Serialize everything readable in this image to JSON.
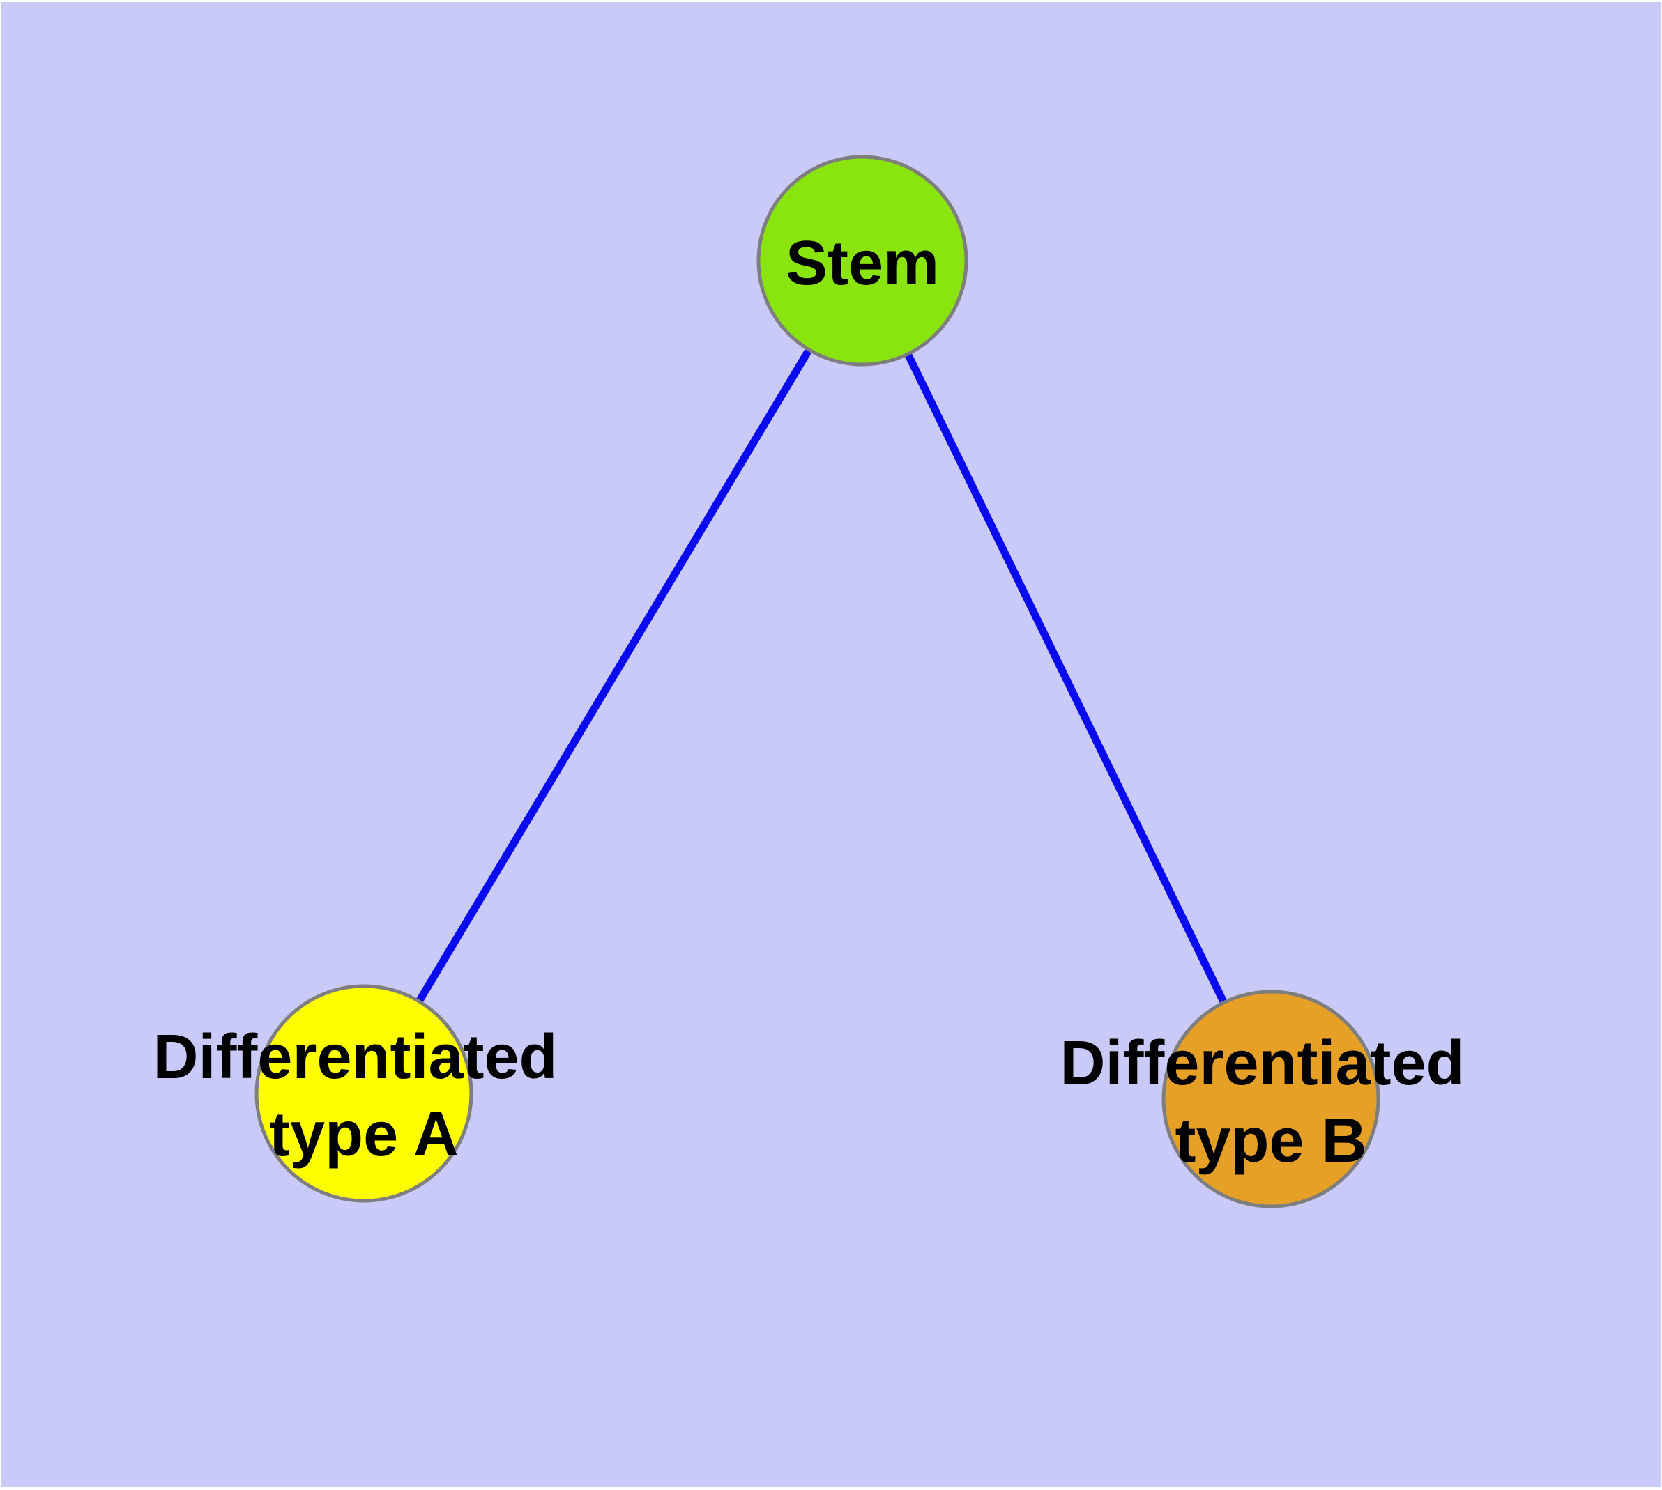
{
  "figure": {
    "background_color": "#cacaf8",
    "margin_color": "#ffffff",
    "edge_color": "#0a0aee",
    "node_border_color": "#7e7e7e",
    "label_color": "#000000"
  },
  "graph": {
    "nodes": [
      {
        "id": "stem",
        "label_lines": [
          "Stem"
        ],
        "fill": "#8ae50f"
      },
      {
        "id": "diff-a",
        "label_lines": [
          "Differentiated",
          "type A"
        ],
        "fill": "#ffff00"
      },
      {
        "id": "diff-b",
        "label_lines": [
          "Differentiated",
          "type B"
        ],
        "fill": "#e6a025"
      }
    ],
    "edges": [
      {
        "from": "stem",
        "to": "diff-a"
      },
      {
        "from": "stem",
        "to": "diff-b"
      }
    ]
  }
}
